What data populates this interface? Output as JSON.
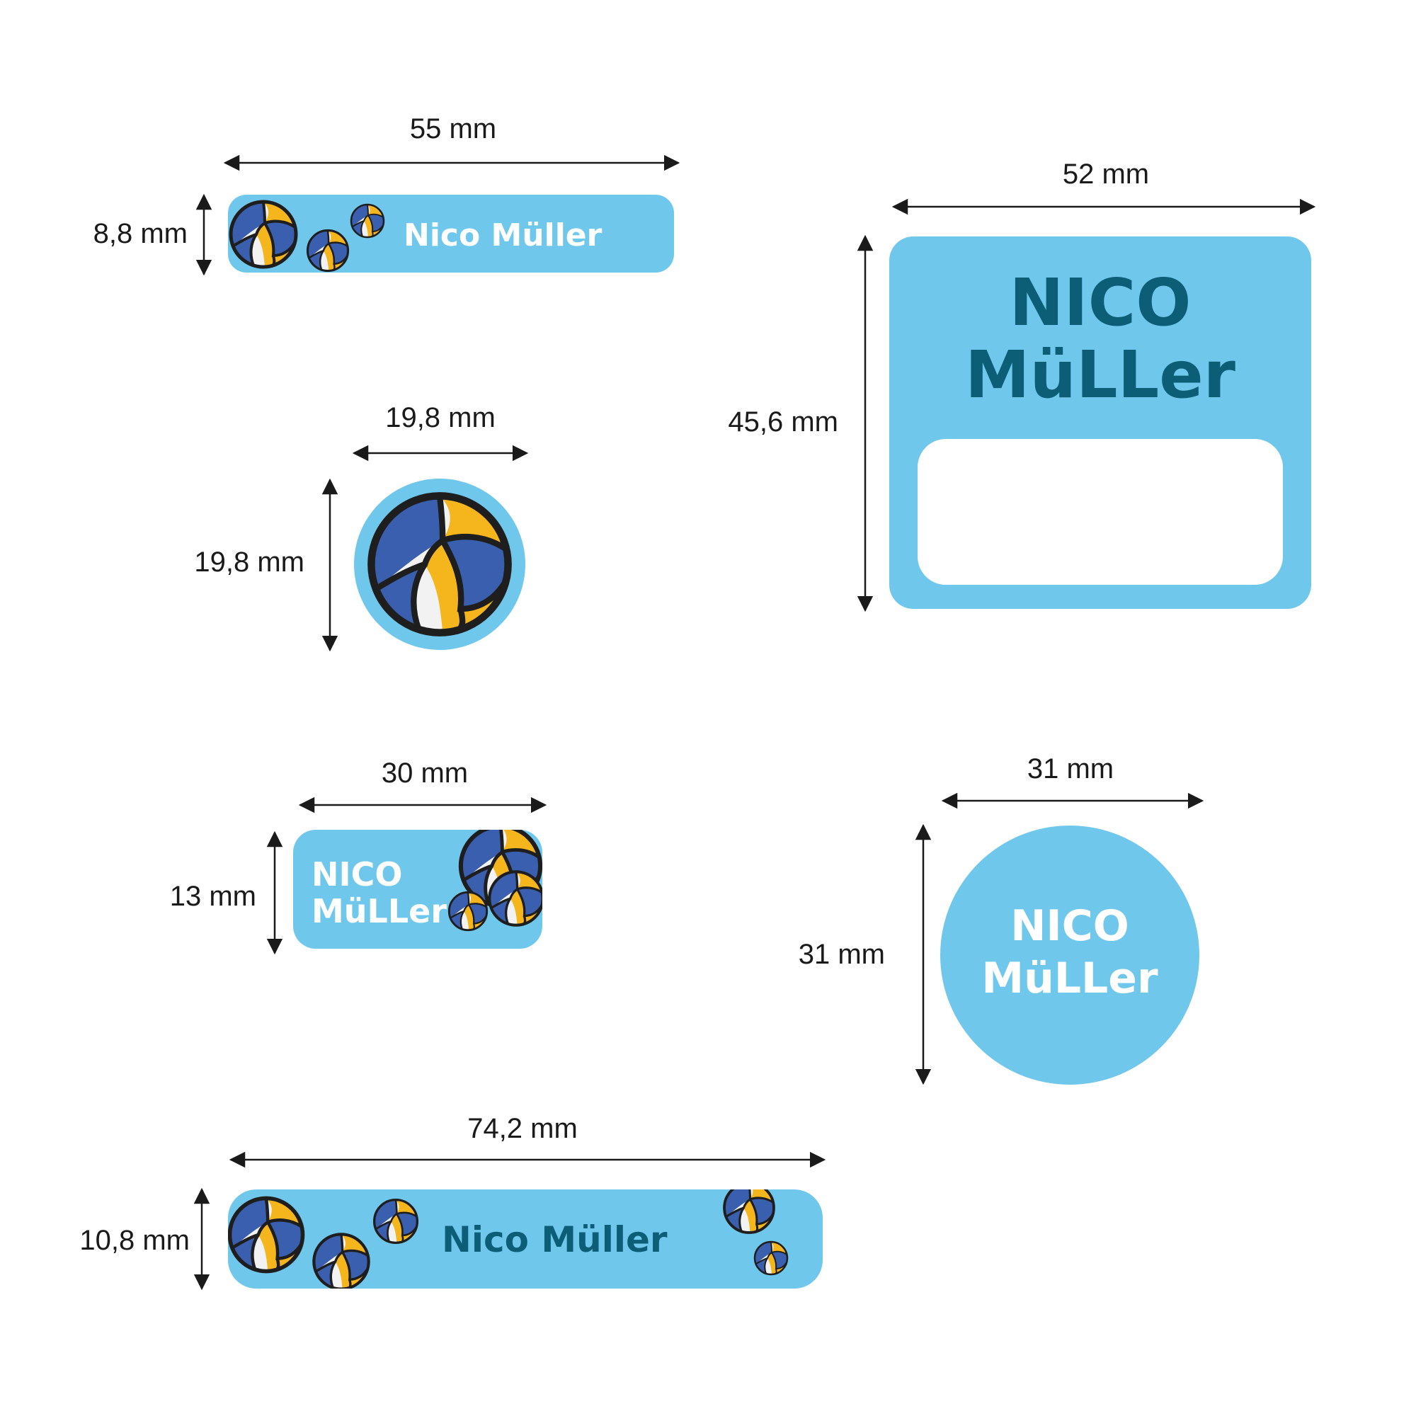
{
  "colors": {
    "label_bg": "#6fc8ec",
    "name_white": "#ffffff",
    "name_dark": "#0c5e77",
    "ball_blue": "#3a5fae",
    "ball_yellow": "#f5b51d",
    "ball_white": "#f2f2f2",
    "outline": "#1e1e1e"
  },
  "labels": {
    "label_55": {
      "width": "55 mm",
      "height": "8,8 mm",
      "name": "Nico Müller"
    },
    "label_52": {
      "width": "52 mm",
      "height": "45,6 mm",
      "name_line1": "NICO",
      "name_line2": "MüLLer"
    },
    "label_round_small": {
      "width": "19,8 mm",
      "height": "19,8 mm"
    },
    "label_30": {
      "width": "30 mm",
      "height": "13 mm",
      "name_line1": "NICO",
      "name_line2": "MüLLer"
    },
    "label_round_31": {
      "width": "31 mm",
      "height": "31 mm",
      "name_line1": "NICO",
      "name_line2": "MüLLer"
    },
    "label_742": {
      "width": "74,2 mm",
      "height": "10,8 mm",
      "name": "Nico Müller"
    }
  },
  "icons": {
    "ball": "volleyball-icon"
  }
}
